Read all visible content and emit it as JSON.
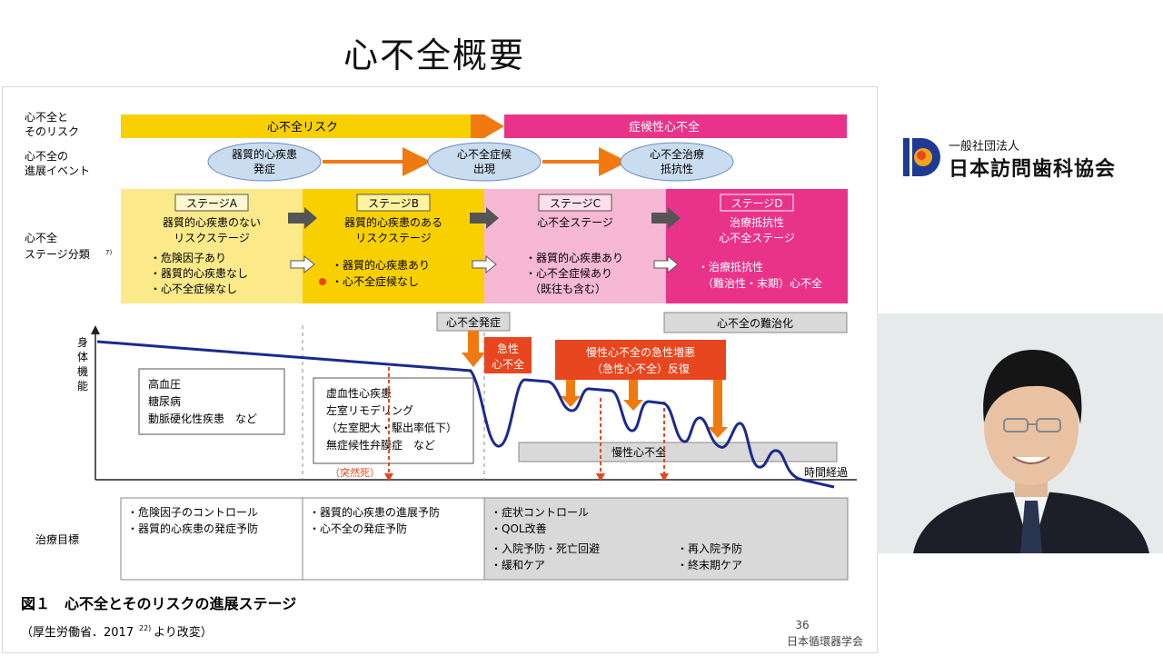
{
  "slide": {
    "title": "心不全概要",
    "page_number": "36",
    "source_org": "日本循環器学会"
  },
  "org": {
    "sub": "一般社団法人",
    "name": "日本訪問歯科協会"
  },
  "colors": {
    "yellow": "#f8d000",
    "yellow_light": "#fbe98a",
    "pink": "#e9338a",
    "pink_light": "#f7b8d3",
    "orange": "#f07a10",
    "red": "#e8461e",
    "navy": "#1a2a8c",
    "gray": "#d9d9d9",
    "oval": "#c9dcf0"
  },
  "row_labels": {
    "risk": [
      "心不全と",
      "そのリスク"
    ],
    "events": [
      "心不全の",
      "進展イベント"
    ],
    "stages": [
      "心不全",
      "ステージ分類"
    ],
    "stages_ref": "7)",
    "treatment": "治療目標",
    "y_axis": [
      "身",
      "体",
      "機",
      "能"
    ],
    "x_axis": "時間経過"
  },
  "bars": {
    "risk": "心不全リスク",
    "symptomatic": "症候性心不全"
  },
  "events": [
    [
      "器質的心疾患",
      "発症"
    ],
    [
      "心不全症候",
      "出現"
    ],
    [
      "心不全治療",
      "抵抗性"
    ]
  ],
  "stages": [
    {
      "name": "ステージA",
      "desc": [
        "器質的心疾患のない",
        "リスクステージ"
      ],
      "items": [
        "・危険因子あり",
        "・器質的心疾患なし",
        "・心不全症候なし"
      ]
    },
    {
      "name": "ステージB",
      "desc": [
        "器質的心疾患のある",
        "リスクステージ"
      ],
      "items": [
        "・器質的心疾患あり",
        "・心不全症候なし"
      ]
    },
    {
      "name": "ステージC",
      "desc": [
        "心不全ステージ"
      ],
      "items": [
        "・器質的心疾患あり",
        "・心不全症候あり",
        "（既往も含む）"
      ]
    },
    {
      "name": "ステージD",
      "desc": [
        "治療抵抗性",
        "心不全ステージ"
      ],
      "items": [
        "・治療抵抗性",
        "（難治性・末期）心不全"
      ]
    }
  ],
  "curve_labels": {
    "onset": "心不全発症",
    "acute": [
      "急性",
      "心不全"
    ],
    "refractory": "心不全の難治化",
    "exacerbation": [
      "慢性心不全の急性増悪",
      "（急性心不全）反復"
    ],
    "chronic": "慢性心不全",
    "sudden_death": "（突然死）"
  },
  "risk_box_a": [
    "高血圧",
    "糖尿病",
    "動脈硬化性疾患　など"
  ],
  "risk_box_b": [
    "虚血性心疾患",
    "左室リモデリング",
    "（左室肥大・駆出率低下）",
    "無症候性弁膜症　など"
  ],
  "treatment": {
    "col1": [
      "・危険因子のコントロール",
      "・器質的心疾患の発症予防"
    ],
    "col2": [
      "・器質的心疾患の進展予防",
      "・心不全の発症予防"
    ],
    "col3": [
      "・症状コントロール",
      "・QOL改善",
      "・入院予防・死亡回避",
      "・緩和ケア"
    ],
    "col4": [
      "・再入院予防",
      "・終末期ケア"
    ]
  },
  "caption": {
    "title": "図１　心不全とそのリスクの進展ステージ",
    "source": "（厚生労働省．2017",
    "source_ref": "22)",
    "source_tail": "より改変）"
  }
}
